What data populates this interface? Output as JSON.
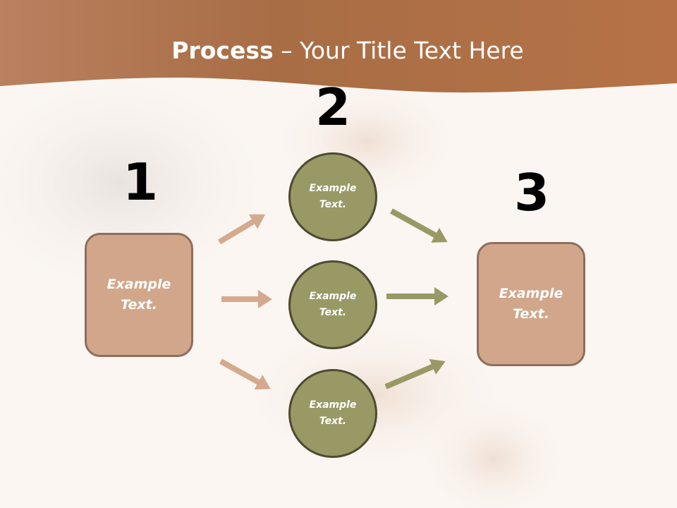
{
  "title": {
    "bold": "Process",
    "rest": " – Your Title Text Here"
  },
  "steps": [
    {
      "number": "1",
      "text": "Example\nText."
    },
    {
      "number": "2",
      "items": [
        "Example\nText.",
        "Example\nText.",
        "Example\nText."
      ]
    },
    {
      "number": "3",
      "text": "Example\nText."
    }
  ],
  "colors": {
    "header": "#b06c42",
    "box_fill": "#d2a68a",
    "box_border": "#8f6e5e",
    "circle_fill": "#999966",
    "circle_border": "#4e4a31",
    "arrow_left": "#d5a98d",
    "arrow_right": "#999966"
  }
}
